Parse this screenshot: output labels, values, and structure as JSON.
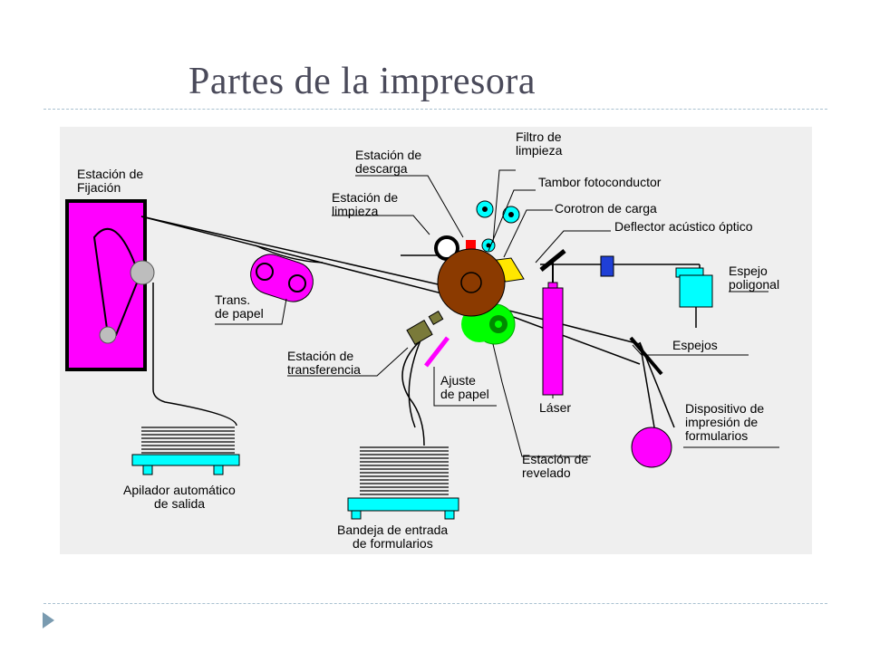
{
  "title": "Partes de la impresora",
  "icons": {
    "bullet": "triangle-bullet-icon"
  },
  "colors": {
    "background": "#ffffff",
    "title": "#4a4a5a",
    "rule": "#a9c1d0",
    "magenta": "#ff00ff",
    "cyan": "#00ffff",
    "drum": "#8b3a00",
    "developer": "#00ff00",
    "deflector": "#1f3fd6",
    "cleaner": "#ff0000",
    "corotron": "#ffe600",
    "transfer": "#7a7a3a"
  },
  "labels": {
    "fuser": [
      "Estación de",
      "Fijación"
    ],
    "discharge": [
      "Estación de",
      "descarga"
    ],
    "cleaning": [
      "Estación de",
      "limpieza"
    ],
    "filter": [
      "Filtro de",
      "limpieza"
    ],
    "drum": [
      "Tambor fotoconductor"
    ],
    "corotron": [
      "Corotron de carga"
    ],
    "deflector": [
      "Deflector acústico óptico"
    ],
    "polygon": [
      "Espejo",
      "poligonal"
    ],
    "mirrors": [
      "Espejos"
    ],
    "transport": [
      "Trans.",
      "de papel"
    ],
    "transfer": [
      "Estación de",
      "transferencia"
    ],
    "adjust": [
      "Ajuste",
      "de papel"
    ],
    "laser": [
      "Láser"
    ],
    "developer": [
      "Estación de",
      "revelado"
    ],
    "forms_device": [
      "Dispositivo de",
      "impresión de",
      "formularios"
    ],
    "stacker": [
      "Apilador automático",
      "de salida"
    ],
    "input_tray": [
      "Bandeja de entrada",
      "de formularios"
    ]
  }
}
